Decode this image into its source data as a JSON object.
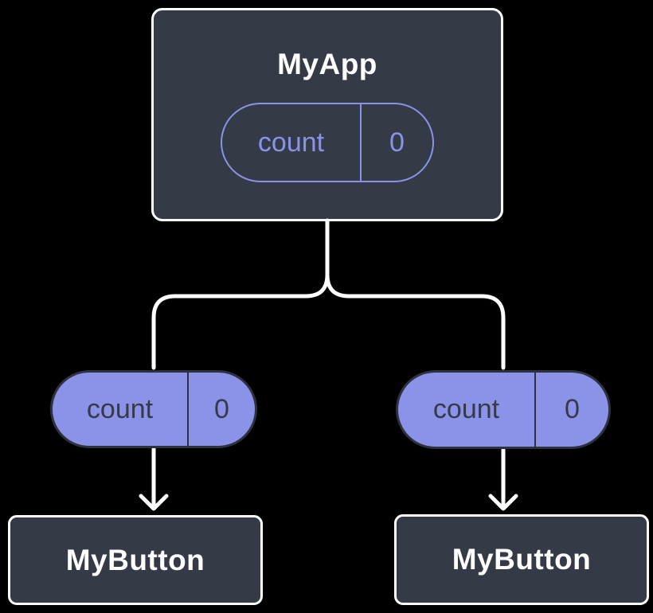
{
  "diagram": {
    "description": "Component tree diagram: parent component holding state, passing it down as props to two children",
    "background_color": "#000000",
    "colors": {
      "node_fill": "#343A46",
      "node_border": "#FFFFFF",
      "accent_purple": "#8B93E8",
      "dark_outline_on_purple": "#2D323E",
      "connector": "#FFFFFF"
    },
    "root_node": {
      "title": "MyApp",
      "state_pill": {
        "name": "count",
        "value": "0"
      }
    },
    "prop_pills": [
      {
        "name": "count",
        "value": "0"
      },
      {
        "name": "count",
        "value": "0"
      }
    ],
    "child_nodes": [
      {
        "title": "MyButton"
      },
      {
        "title": "MyButton"
      }
    ]
  }
}
